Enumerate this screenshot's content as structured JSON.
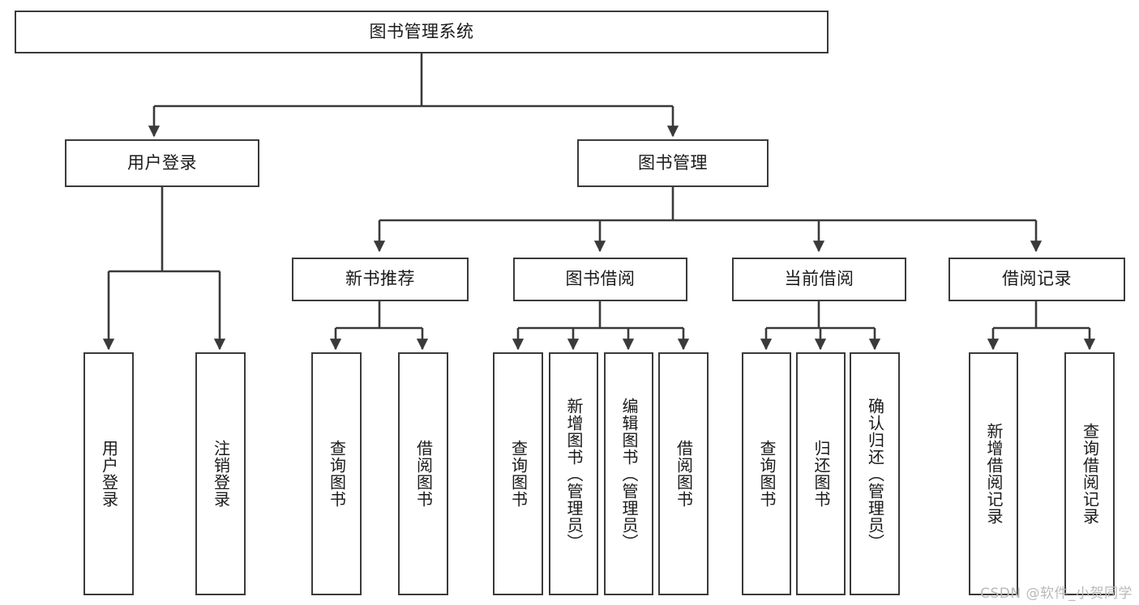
{
  "diagram": {
    "title": "图书管理系统",
    "type": "tree-hierarchy-diagram",
    "colors": {
      "background": "#ffffff",
      "box_border": "#3a3a3a",
      "box_fill": "#ffffff",
      "connector": "#3a3a3a",
      "text": "#1a1a1a",
      "watermark": "#b9b9b9"
    },
    "root": {
      "label": "图书管理系统"
    },
    "level2": [
      {
        "id": "user-login",
        "label": "用户登录"
      },
      {
        "id": "book-management",
        "label": "图书管理"
      }
    ],
    "level3": [
      {
        "id": "new-book-recommend",
        "label": "新书推荐"
      },
      {
        "id": "book-borrow",
        "label": "图书借阅"
      },
      {
        "id": "current-borrow",
        "label": "当前借阅"
      },
      {
        "id": "borrow-record",
        "label": "借阅记录"
      }
    ],
    "leaves": {
      "user_login": [
        {
          "id": "leaf-user-login",
          "label": "用户登录"
        },
        {
          "id": "leaf-logout",
          "label": "注销登录"
        }
      ],
      "new_book_recommend": [
        {
          "id": "leaf-query-book-1",
          "label": "查询图书"
        },
        {
          "id": "leaf-borrow-book-1",
          "label": "借阅图书"
        }
      ],
      "book_borrow": [
        {
          "id": "leaf-query-book-2",
          "label": "查询图书"
        },
        {
          "id": "leaf-add-book",
          "label": "新增图书（管理员）"
        },
        {
          "id": "leaf-edit-book",
          "label": "编辑图书（管理员）"
        },
        {
          "id": "leaf-borrow-book-2",
          "label": "借阅图书"
        }
      ],
      "current_borrow": [
        {
          "id": "leaf-query-book-3",
          "label": "查询图书"
        },
        {
          "id": "leaf-return-book",
          "label": "归还图书"
        },
        {
          "id": "leaf-confirm-return",
          "label": "确认归还（管理员）"
        }
      ],
      "borrow_record": [
        {
          "id": "leaf-add-record",
          "label": "新增借阅记录"
        },
        {
          "id": "leaf-query-record",
          "label": "查询借阅记录"
        }
      ]
    }
  },
  "watermark": {
    "text": "CSDN @软件_小贺同学"
  }
}
